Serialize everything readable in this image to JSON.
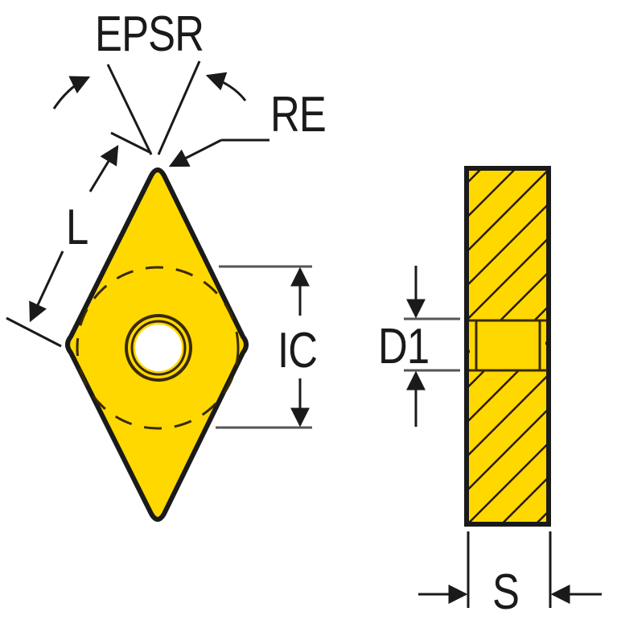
{
  "diagram": {
    "title": "Turning insert geometry (rhombic insert) — top view and side section",
    "colors": {
      "insert_fill": "#ffd800",
      "outline": "#1a1a1a",
      "dimension_line": "#555555",
      "background": "#ffffff"
    },
    "labels": {
      "epsr": "EPSR",
      "re": "RE",
      "l": "L",
      "ic": "IC",
      "d1": "D1",
      "s": "S"
    },
    "views": [
      {
        "name": "top-view",
        "shape": "rhombus with central mounting hole and inscribed dashed circle"
      },
      {
        "name": "side-section",
        "shape": "hatched rectangle with hole band"
      }
    ]
  }
}
